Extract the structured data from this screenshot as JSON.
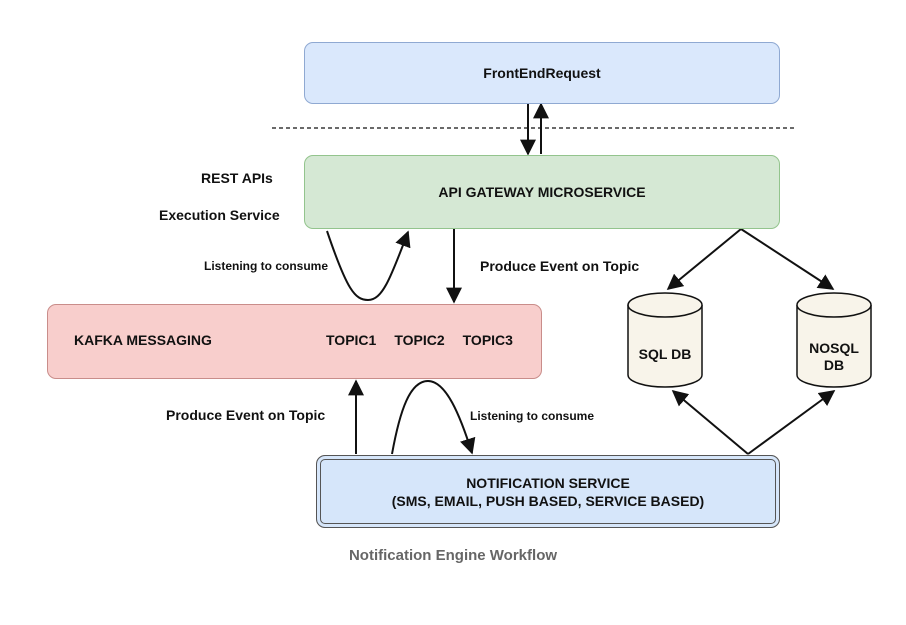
{
  "nodes": {
    "frontend": "FrontEndRequest",
    "gateway": "API GATEWAY MICROSERVICE",
    "kafka": "KAFKA MESSAGING",
    "topics": [
      "TOPIC1",
      "TOPIC2",
      "TOPIC3"
    ],
    "sql_db": "SQL DB",
    "nosql_db_line1": "NOSQL",
    "nosql_db_line2": "DB",
    "notification_line1": "NOTIFICATION SERVICE",
    "notification_line2": "(SMS, EMAIL, PUSH BASED, SERVICE BASED)"
  },
  "labels": {
    "rest_apis": "REST APIs",
    "execution_service": "Execution Service",
    "listening_top": "Listening to consume",
    "produce_top": "Produce Event on Topic",
    "produce_bottom": "Produce Event on Topic",
    "listening_bottom": "Listening to consume"
  },
  "caption": "Notification Engine Workflow",
  "colors": {
    "frontend": "#dae8fc",
    "gateway": "#d5e8d4",
    "kafka": "#f8cecc",
    "notification": "#d6e6fa",
    "database": "#f8f4ea"
  }
}
